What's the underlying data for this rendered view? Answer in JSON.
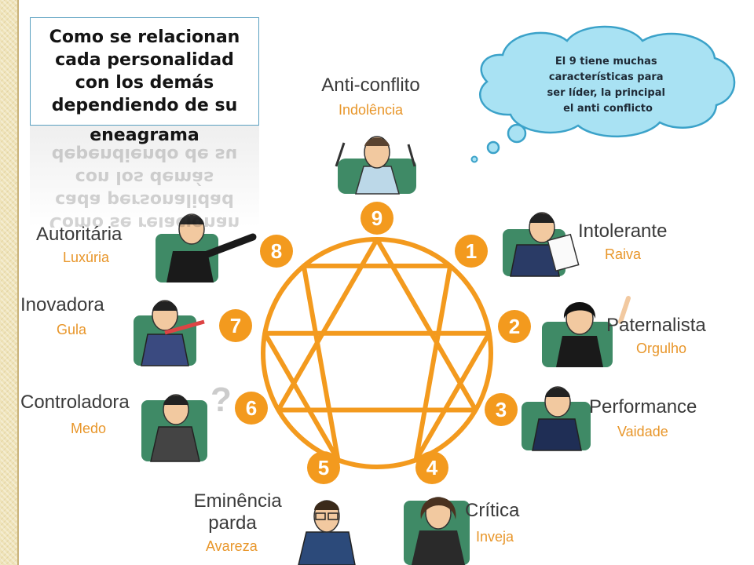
{
  "slide": {
    "title_lines": [
      "Como se relacionan",
      "cada personalidad",
      "con los demás",
      "dependiendo de su"
    ],
    "title_overflow": "eneagrama",
    "thought_bubble_lines": [
      "El 9 tiene muchas",
      "características para",
      "ser líder, la principal",
      "el anti conflicto"
    ]
  },
  "colors": {
    "accent_orange": "#f39a1e",
    "trait_orange": "#e8962a",
    "cloud_fill": "#a9e2f3",
    "cloud_stroke": "#3ba2c9"
  },
  "enneagram": {
    "types": [
      {
        "number": "9",
        "name": "Anti-conflito",
        "trait": "Indolência"
      },
      {
        "number": "1",
        "name": "Intolerante",
        "trait": "Raiva"
      },
      {
        "number": "2",
        "name": "Paternalista",
        "trait": "Orgulho"
      },
      {
        "number": "3",
        "name": "Performance",
        "trait": "Vaidade"
      },
      {
        "number": "4",
        "name": "Crítica",
        "trait": "Inveja"
      },
      {
        "number": "5",
        "name": "Eminência parda",
        "trait": "Avareza"
      },
      {
        "number": "6",
        "name": "Controladora",
        "trait": "Medo"
      },
      {
        "number": "7",
        "name": "Inovadora",
        "trait": "Gula"
      },
      {
        "number": "8",
        "name": "Autoritária",
        "trait": "Luxúria"
      }
    ]
  }
}
